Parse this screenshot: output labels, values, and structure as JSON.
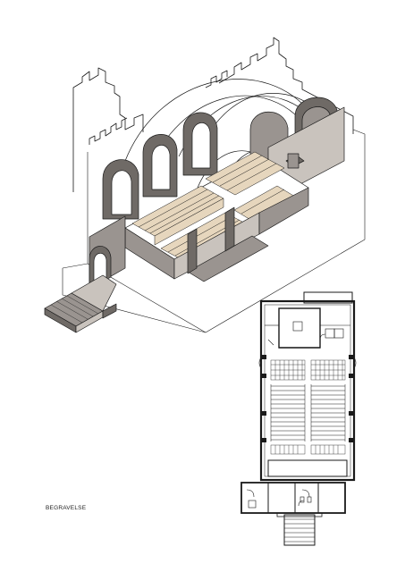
{
  "caption": "BEGRAVELSE",
  "colors": {
    "ink": "#1a1a1a",
    "wall_dark": "#6f6a66",
    "wall_mid": "#9a9490",
    "wall_light": "#c9c3bd",
    "pew_wood": "#e6d6bd",
    "floor": "#ffffff"
  },
  "drawings": [
    {
      "name": "isometric-cutaway-view"
    },
    {
      "name": "floor-plan"
    }
  ]
}
